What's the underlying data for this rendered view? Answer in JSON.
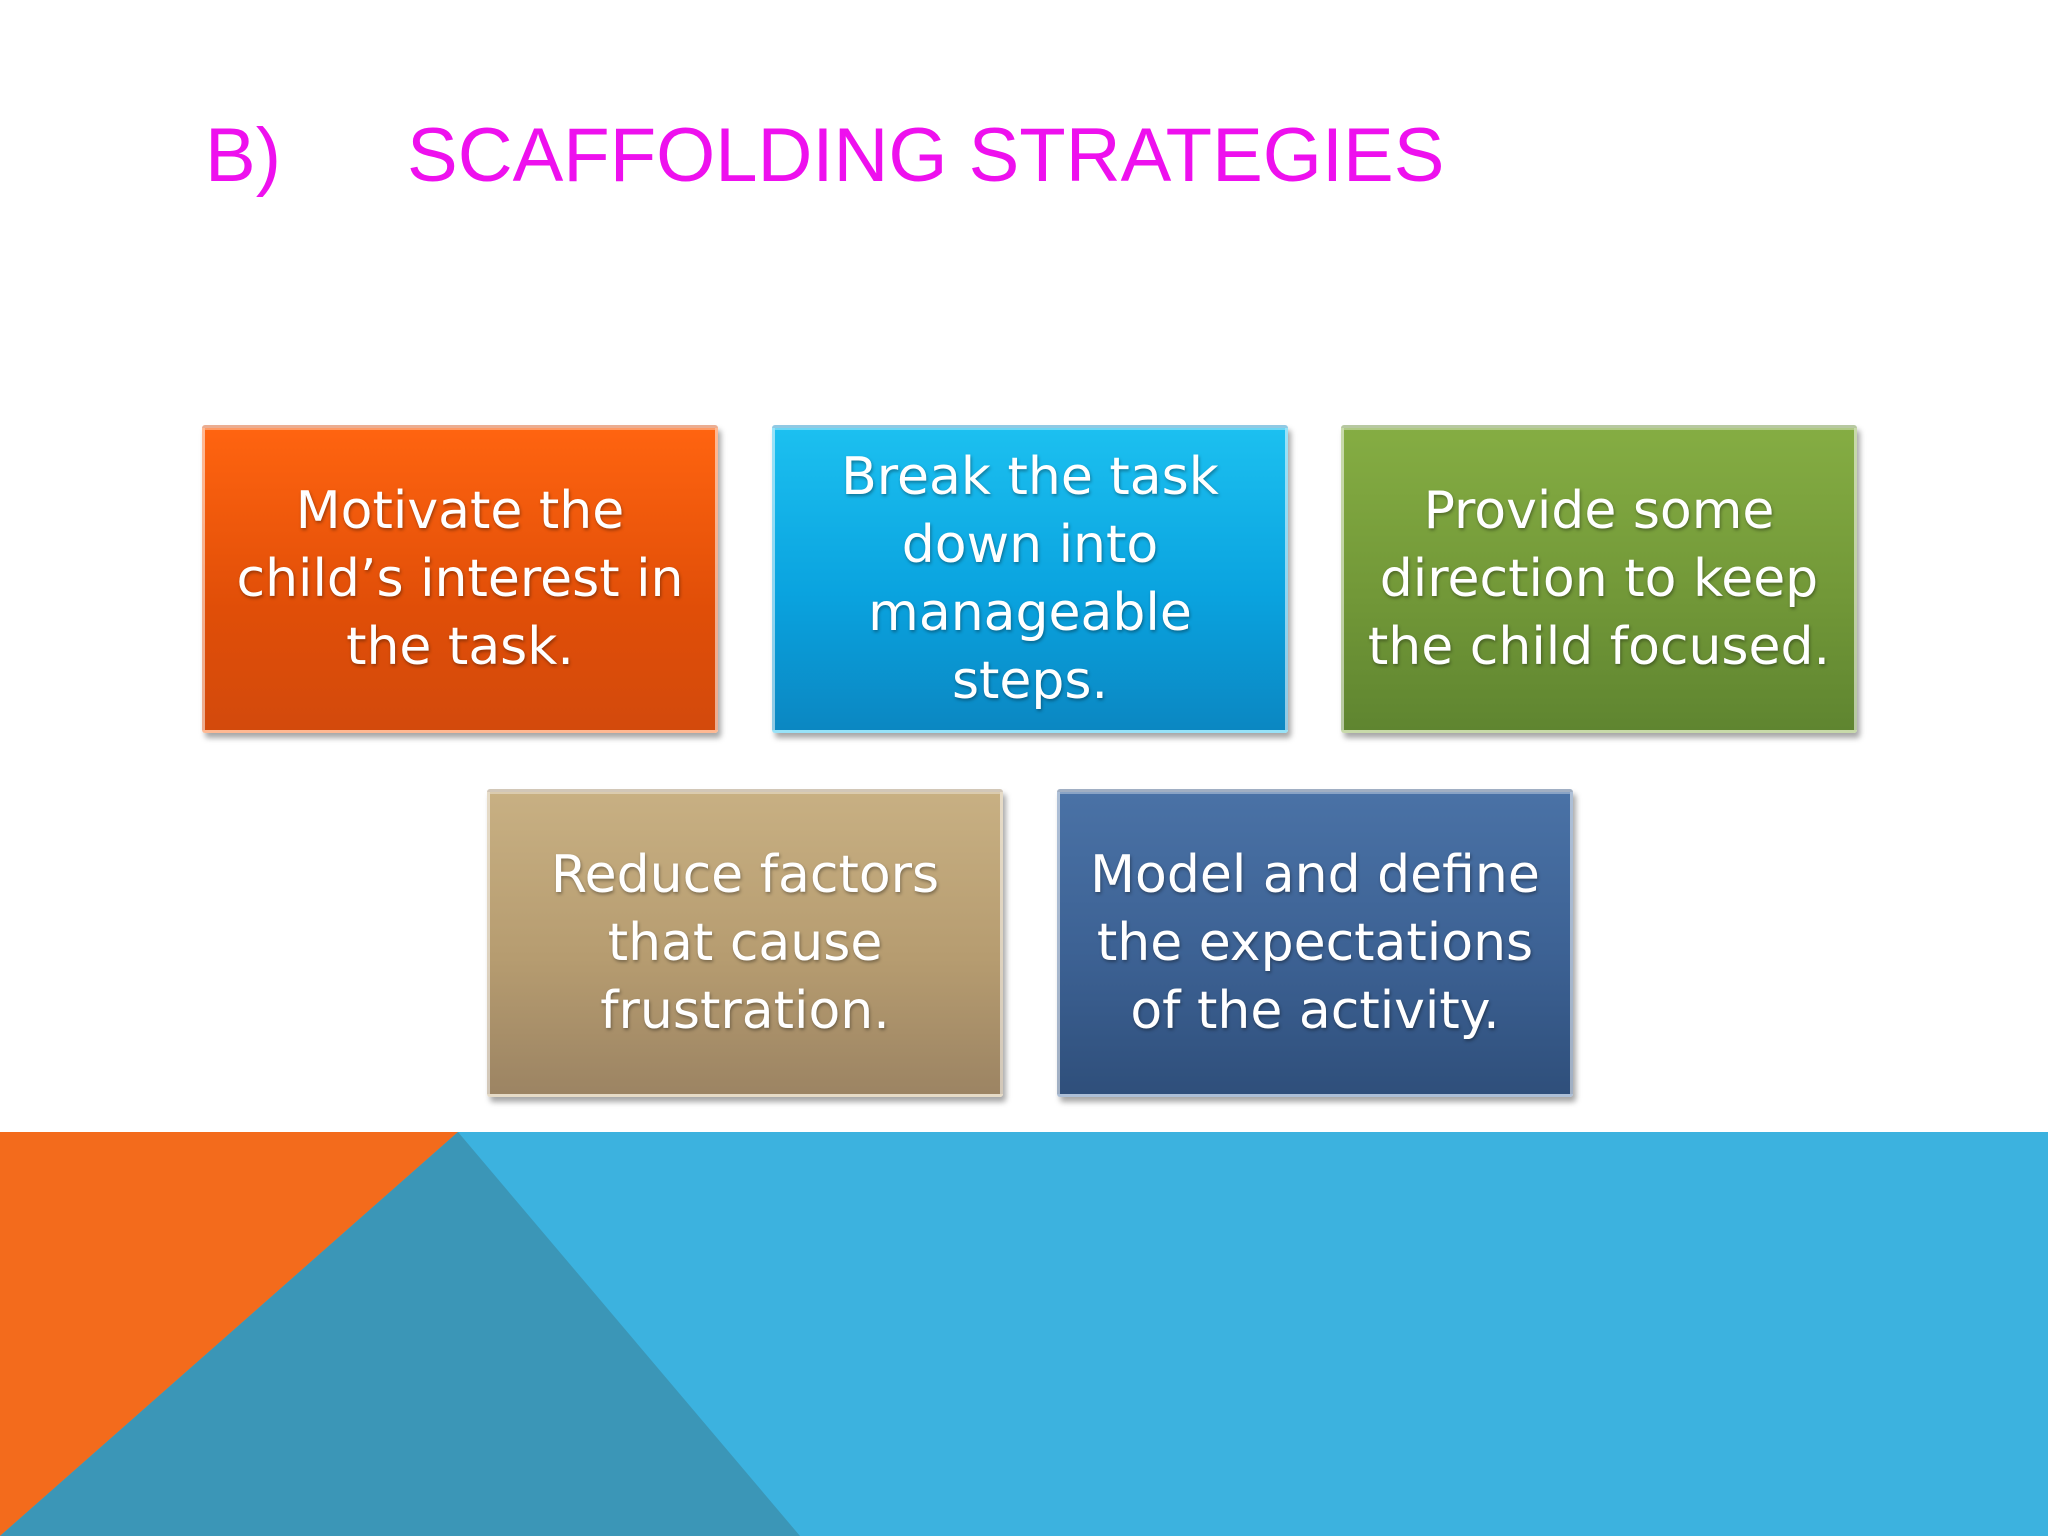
{
  "slide": {
    "title_number": "B)",
    "title_text": "SCAFFOLDING STRATEGIES",
    "title_color": "#ee10ee"
  },
  "strategies": [
    {
      "text": "Motivate the child’s interest in the task.",
      "color": "#f05a0c"
    },
    {
      "text": "Break the task down into manageable steps.",
      "color": "#0aa3df"
    },
    {
      "text": "Provide some direction to keep the child focused.",
      "color": "#729838"
    },
    {
      "text": "Reduce factors that cause frustration.",
      "color": "#b69c70"
    },
    {
      "text": "Model and define the expectations of the activity.",
      "color": "#3c6193"
    }
  ],
  "footer": {
    "orange": "#f36b1c",
    "teal": "#3b96b7",
    "sky": "#3cb2df"
  }
}
